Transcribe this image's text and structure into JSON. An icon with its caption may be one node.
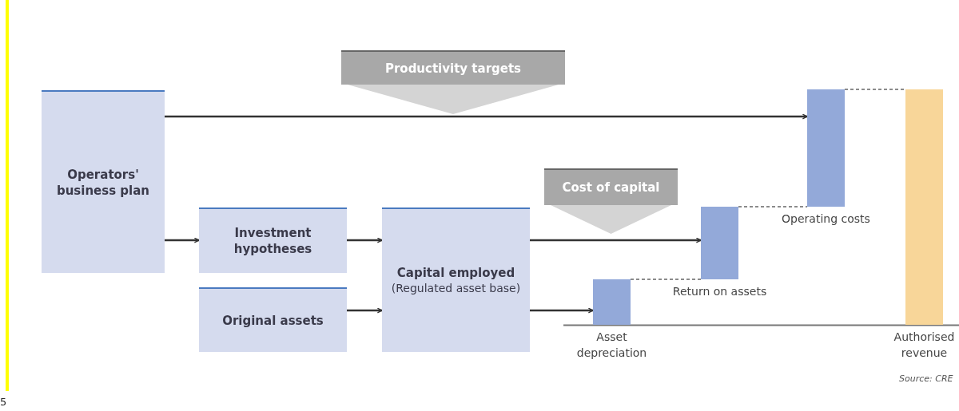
{
  "diagram": {
    "nodes": [
      {
        "text": [
          "Productivity targets"
        ]
      },
      {
        "text": [
          "Operators' business plan"
        ]
      },
      {
        "text": [
          "Cost of capital"
        ]
      },
      {
        "text": [
          "Investment hypotheses"
        ]
      },
      {
        "text": [
          "Capital employed",
          "(Regulated asset base)"
        ]
      },
      {
        "text": [
          "Original assets"
        ]
      },
      {
        "text": [],
        "shape": "bar",
        "beside": [
          "Asset depreciation"
        ]
      },
      {
        "text": [],
        "shape": "bar",
        "beside": [
          "Return on assets"
        ]
      },
      {
        "text": [],
        "shape": "bar",
        "beside": [
          "Operating costs"
        ]
      },
      {
        "text": [],
        "shape": "bar",
        "beside": [
          "Authorised revenue"
        ]
      }
    ],
    "edges": [
      {
        "from": 1,
        "to": 8,
        "arrow": "to"
      },
      {
        "from": 1,
        "to": 3,
        "arrow": "to"
      },
      {
        "from": 3,
        "to": 4,
        "arrow": "to"
      },
      {
        "from": 5,
        "to": 4,
        "arrow": "to"
      },
      {
        "from": 4,
        "to": 7,
        "arrow": "to"
      },
      {
        "from": 4,
        "to": 6,
        "arrow": "to"
      },
      {
        "from": 6,
        "to": 7,
        "arrow": "none",
        "style": "dashed",
        "color": "#666666"
      },
      {
        "from": 7,
        "to": 8,
        "arrow": "none",
        "style": "dashed",
        "color": "#666666"
      },
      {
        "from": 8,
        "to": 9,
        "arrow": "none",
        "style": "dashed",
        "color": "#666666"
      }
    ],
    "labels": [
      "Source: CRE",
      "5"
    ]
  }
}
